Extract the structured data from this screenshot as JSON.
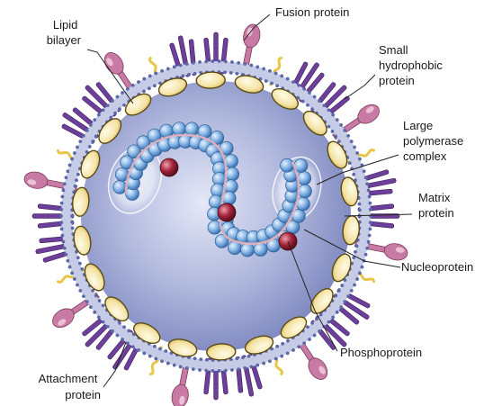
{
  "labels": {
    "lipid_bilayer": [
      "Lipid",
      "bilayer"
    ],
    "fusion_protein": [
      "Fusion protein"
    ],
    "small_hydrophobic_protein": [
      "Small",
      "hydrophobic",
      "protein"
    ],
    "large_polymerase_complex": [
      "Large",
      "polymerase",
      "complex"
    ],
    "matrix_protein": [
      "Matrix",
      "protein"
    ],
    "nucleoprotein": [
      "Nucleoprotein"
    ],
    "phosphoprotein": [
      "Phosphoprotein"
    ],
    "attachment_protein": [
      "Attachment",
      "protein"
    ]
  },
  "colors": {
    "interior": "#9aa3cf",
    "interior_center": "#dfe3f4",
    "matrix_bead": "#f4e3a4",
    "matrix_outline": "#5a4a14",
    "bilayer": "#5b69a8",
    "fusion_protein": "#6d3f9a",
    "attachment_protein": "#c97aa4",
    "small_hydrophobic": "#e9c64a",
    "nucleoprotein_bead": "#8fb9e6",
    "polymerase_bead": "#a3243a",
    "rna_strand": "#e8b5bf"
  }
}
